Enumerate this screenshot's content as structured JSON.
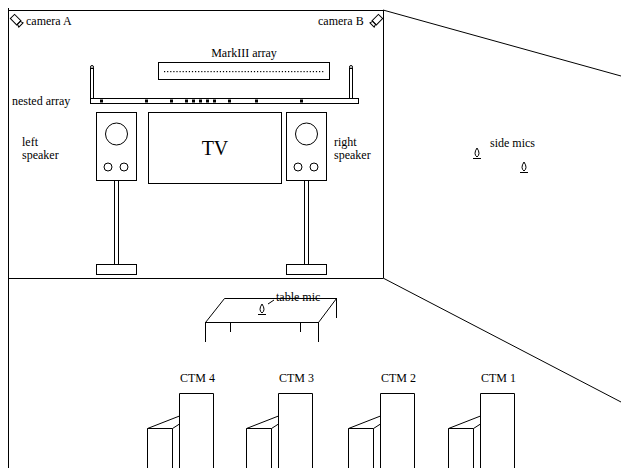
{
  "diagram": {
    "nodes": [
      {
        "text": [
          "MarkIII array"
        ]
      },
      {
        "text": [
          "TV"
        ]
      }
    ],
    "labels": [
      "camera A",
      "camera B",
      "nested array",
      "left speaker",
      "right speaker",
      "side mics",
      "table mic",
      "CTM 4",
      "CTM 3",
      "CTM 2",
      "CTM 1"
    ]
  }
}
